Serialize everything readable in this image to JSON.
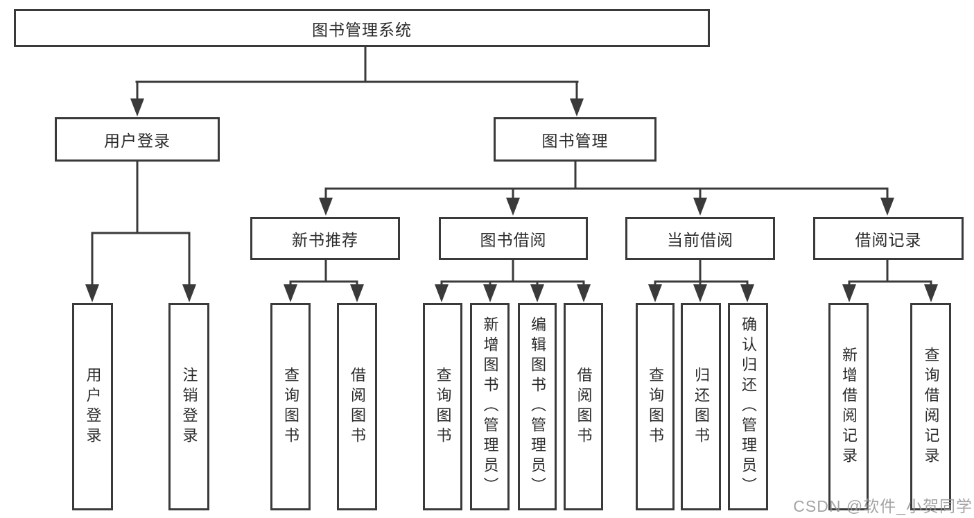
{
  "diagram": {
    "root": {
      "label": "图书管理系统"
    },
    "level2": [
      {
        "id": "user-login",
        "label": "用户登录"
      },
      {
        "id": "book-management",
        "label": "图书管理"
      }
    ],
    "level3": [
      {
        "id": "new-book-recommendation",
        "parent": "图书管理",
        "label": "新书推荐"
      },
      {
        "id": "book-borrowing",
        "parent": "图书管理",
        "label": "图书借阅"
      },
      {
        "id": "current-borrowing",
        "parent": "图书管理",
        "label": "当前借阅"
      },
      {
        "id": "borrowing-records",
        "parent": "图书管理",
        "label": "借阅记录"
      }
    ],
    "leaves": [
      {
        "parent": "用户登录",
        "label": "用户登录"
      },
      {
        "parent": "用户登录",
        "label": "注销登录"
      },
      {
        "parent": "新书推荐",
        "label": "查询图书"
      },
      {
        "parent": "新书推荐",
        "label": "借阅图书"
      },
      {
        "parent": "图书借阅",
        "label": "查询图书"
      },
      {
        "parent": "图书借阅",
        "label": "新增图书（管理员）"
      },
      {
        "parent": "图书借阅",
        "label": "编辑图书（管理员）"
      },
      {
        "parent": "图书借阅",
        "label": "借阅图书"
      },
      {
        "parent": "当前借阅",
        "label": "查询图书"
      },
      {
        "parent": "当前借阅",
        "label": "归还图书"
      },
      {
        "parent": "当前借阅",
        "label": "确认归还（管理员）"
      },
      {
        "parent": "借阅记录",
        "label": "新增借阅记录"
      },
      {
        "parent": "借阅记录",
        "label": "查询借阅记录"
      }
    ],
    "watermark": "CSDN @软件_小贺同学",
    "colors": {
      "line": "#3a3a3a",
      "text": "#2b2b2b",
      "background": "#ffffff",
      "watermark": "#949494"
    }
  }
}
